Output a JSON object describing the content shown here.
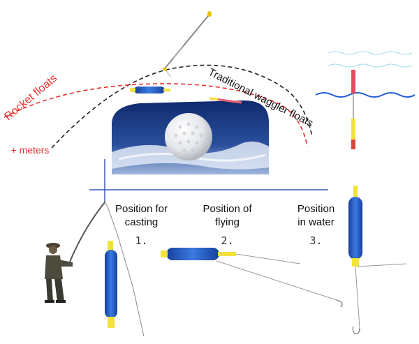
{
  "labels": {
    "rocket_floats": "Rocket floats",
    "meters": "+ meters",
    "traditional_waggler": "Traditional waggler floats"
  },
  "positions": [
    {
      "title_line1": "Position for",
      "title_line2": "casting",
      "number": "1."
    },
    {
      "title_line1": "Position of",
      "title_line2": "flying",
      "number": "2."
    },
    {
      "title_line1": "Position",
      "title_line2": "in water",
      "number": "3."
    }
  ],
  "colors": {
    "rocket_arc": "#e8322e",
    "waggler_arc": "#222222",
    "float_body": "#2a62c9",
    "float_tip": "#f2e23a",
    "sky_panel": "#1e3f86",
    "axis": "#3a58b8",
    "water": "#1f5bd6"
  },
  "icons": [
    "golf-ball-icon",
    "angler-silhouette-icon",
    "rocket-float-icon",
    "waggler-float-icon",
    "fishing-hook-icon"
  ]
}
